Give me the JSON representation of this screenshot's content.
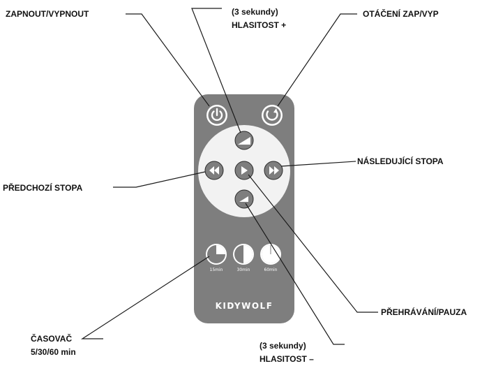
{
  "labels": {
    "power": "ZAPNOUT/VYPNOUT",
    "rotation": "OTÁČENÍ ZAP/VYP",
    "volume_up_hint": "(3 sekundy)",
    "volume_up": "HLASITOST +",
    "next_track": "NÁSLEDUJÍCÍ STOPA",
    "previous_track": "PŘEDCHOZÍ STOPA",
    "timer": "ČASOVAČ",
    "timer_values": "5/30/60 min",
    "play_pause": "PŘEHRÁVÁNÍ/PAUZA",
    "volume_down_hint": "(3 sekundy)",
    "volume_down": "HLASITOST –"
  },
  "remote": {
    "brand": "KIDYWOLF",
    "timer_buttons": [
      {
        "label": "15min",
        "fraction": 0.25
      },
      {
        "label": "30min",
        "fraction": 0.5
      },
      {
        "label": "60min",
        "fraction": 1.0
      }
    ]
  },
  "colors": {
    "remote_body": "#7e7e7e",
    "button_fill": "#7e7e7e",
    "button_face": "#f2f2f2",
    "leader_line": "#1a1a1a",
    "text": "#111111"
  },
  "icons": [
    "power-icon",
    "rotate-icon",
    "volume-up-icon",
    "volume-down-icon",
    "rewind-icon",
    "play-icon",
    "fast-forward-icon",
    "timer-icon"
  ]
}
